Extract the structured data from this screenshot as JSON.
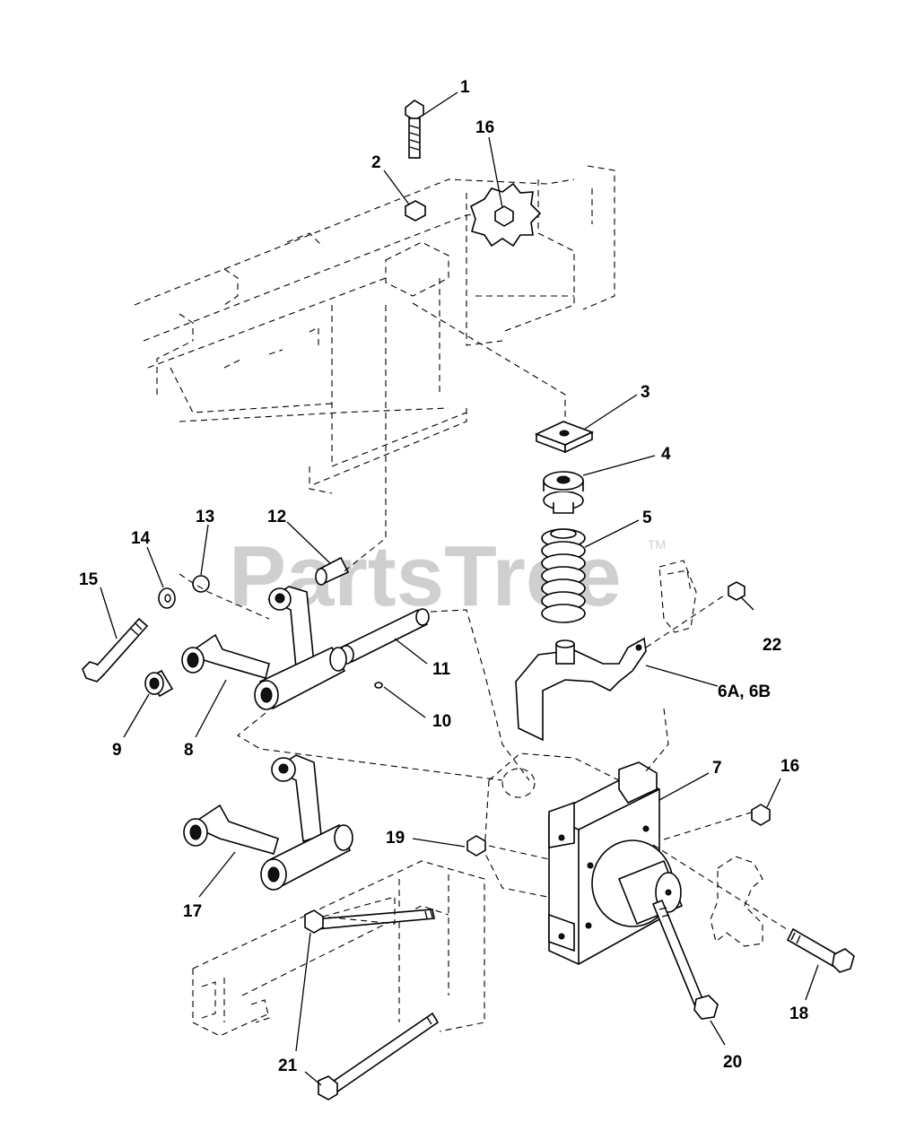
{
  "watermark": {
    "text": "PartsTree",
    "trademark": "TM"
  },
  "callouts": [
    "1",
    "2",
    "16",
    "3",
    "4",
    "5",
    "13",
    "12",
    "14",
    "15",
    "22",
    "11",
    "6A, 6B",
    "10",
    "9",
    "8",
    "7",
    "16",
    "19",
    "17",
    "18",
    "20",
    "21"
  ]
}
